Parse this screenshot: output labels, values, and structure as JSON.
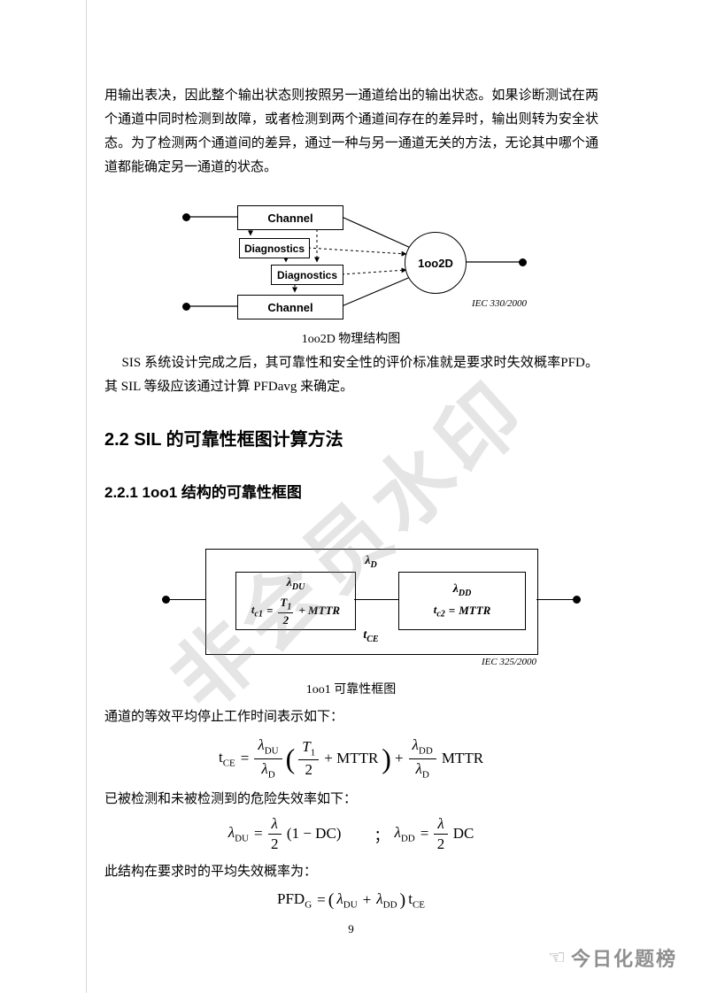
{
  "page_number": "9",
  "watermark_text": "非会员水印",
  "footer": {
    "logo_text": "今日化题榜"
  },
  "paragraphs": {
    "p1": "用输出表决，因此整个输出状态则按照另一通道给出的输出状态。如果诊断测试在两个通道中同时检测到故障，或者检测到两个通道间存在的差异时，输出则转为安全状态。为了检测两个通道间的差异，通过一种与另一通道无关的方法，无论其中哪个通道都能确定另一通道的状态。",
    "p2": "SIS 系统设计完成之后，其可靠性和安全性的评价标准就是要求时失效概率PFD。其 SIL 等级应该通过计算 PFDavg 来确定。",
    "p3": "通道的等效平均停止工作时间表示如下：",
    "p4": "已被检测和未被检测到的危险失效率如下：",
    "p5": "此结构在要求时的平均失效概率为："
  },
  "headings": {
    "h22": "2.2 SIL 的可靠性框图计算方法",
    "h221": "2.2.1 1oo1 结构的可靠性框图"
  },
  "diagram1": {
    "channel_top": "Channel",
    "diagnostics_1": "Diagnostics",
    "diagnostics_2": "Diagnostics",
    "channel_bottom": "Channel",
    "voter": "1oo2D",
    "iec": "IEC   330/2000",
    "caption": "1oo2D 物理结构图"
  },
  "diagram2": {
    "lambda_top_base": "λ",
    "lambda_top_sub": "D",
    "box1_lambda_base": "λ",
    "box1_lambda_sub": "DU",
    "box1_t_base": "t",
    "box1_t_sub": "c1",
    "box1_eq": "=",
    "box1_num_base": "T",
    "box1_num_sub": "1",
    "box1_den": "2",
    "box1_tail": "+ MTTR",
    "box2_lambda_base": "λ",
    "box2_lambda_sub": "DD",
    "box2_t_base": "t",
    "box2_t_sub": "c2",
    "box2_eq": "=",
    "box2_tail": "MTTR",
    "t_ce_base": "t",
    "t_ce_sub": "CE",
    "iec": "IEC   325/2000",
    "caption": "1oo1 可靠性框图"
  },
  "formulas": {
    "f1": {
      "lhs_base": "t",
      "lhs_sub": "CE",
      "eq": "=",
      "fa_num_base": "λ",
      "fa_num_sub": "DU",
      "fa_den_base": "λ",
      "fa_den_sub": "D",
      "open": "(",
      "fb_num_base": "T",
      "fb_num_sub": "1",
      "fb_den": "2",
      "tail1": "+ MTTR",
      "close": ")",
      "plus": "+",
      "fc_num_base": "λ",
      "fc_num_sub": "DD",
      "fc_den_base": "λ",
      "fc_den_sub": "D",
      "tail2": "MTTR"
    },
    "f2": {
      "lhs_base": "λ",
      "lhs_sub": "DU",
      "eq": "=",
      "num": "λ",
      "den": "2",
      "paren": "(1 − DC)",
      "sep": "；",
      "lhs2_base": "λ",
      "lhs2_sub": "DD",
      "eq2": "=",
      "num2": "λ",
      "den2": "2",
      "tail": "DC"
    },
    "f3": {
      "lhs_base": "PFD",
      "lhs_sub": "G",
      "eq": "=",
      "open": "(",
      "a_base": "λ",
      "a_sub": "DU",
      "plus": "+",
      "b_base": "λ",
      "b_sub": "DD",
      "close": ")",
      "t_base": "t",
      "t_sub": "CE"
    }
  }
}
